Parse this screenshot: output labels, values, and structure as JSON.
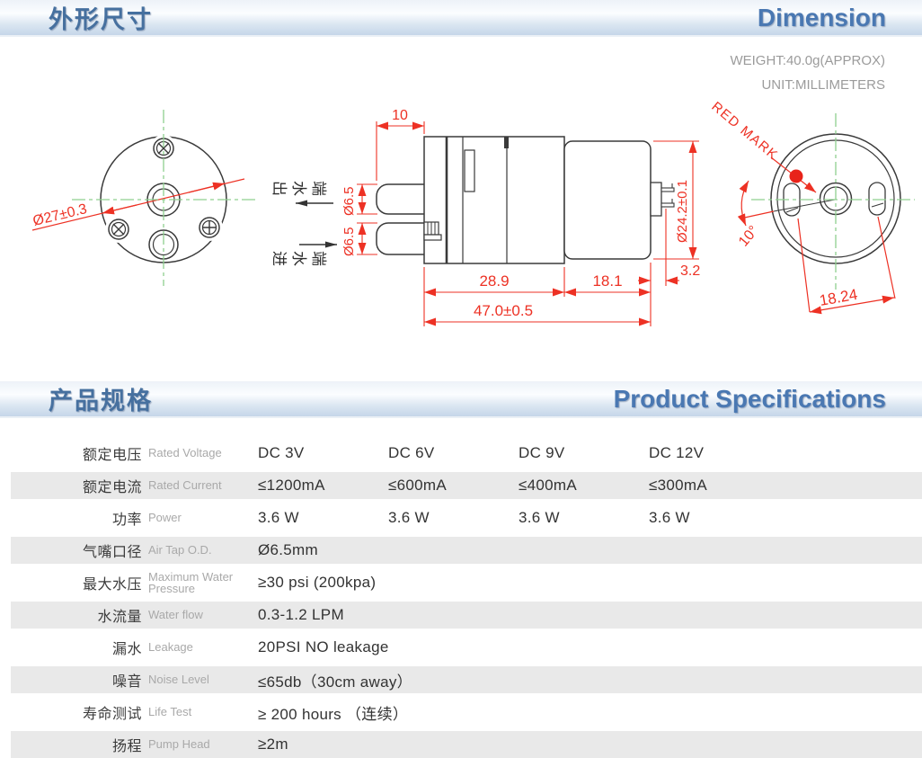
{
  "colors": {
    "accent_blue": "#4a78b2",
    "dimension_red": "#ed3124",
    "centerline_green": "#8fd08f",
    "row_shade": "#e9e9e9",
    "red_mark_dot": "#e8231a",
    "drawing_line": "#3a3a3a"
  },
  "dimension": {
    "title_zh": "外形尺寸",
    "title_en": "Dimension",
    "weight_note": "WEIGHT:40.0g(APPROX)",
    "unit_note": "UNIT:MILLIMETERS",
    "front_view": {
      "diameter": "Ø27±0.3"
    },
    "side_view": {
      "nozzle_offset": "10",
      "outlet_label": "出水端",
      "inlet_label": "进水端",
      "outlet_diameter": "Ø6.5",
      "inlet_diameter": "Ø6.5",
      "pump_length": "28.9",
      "motor_length": "18.1",
      "pin_length": "3.2",
      "total_length": "47.0±0.5",
      "motor_diameter": "Ø24.2±0.1"
    },
    "rear_view": {
      "red_mark": "RED MARK",
      "angle": "10°",
      "slot_distance": "18.24"
    }
  },
  "spec": {
    "title_zh": "产品规格",
    "title_en": "Product Specifications",
    "rows": [
      {
        "zh": "额定电压",
        "en": "Rated Voltage",
        "values": [
          "DC 3V",
          "DC 6V",
          "DC 9V",
          "DC 12V"
        ]
      },
      {
        "zh": "额定电流",
        "en": "Rated Current",
        "values": [
          "≤1200mA",
          "≤600mA",
          "≤400mA",
          "≤300mA"
        ]
      },
      {
        "zh": "功率",
        "en": "Power",
        "values": [
          "3.6 W",
          "3.6 W",
          "3.6 W",
          "3.6 W"
        ]
      },
      {
        "zh": "气嘴口径",
        "en": "Air Tap O.D.",
        "values": [
          "Ø6.5mm"
        ]
      },
      {
        "zh": "最大水压",
        "en": "Maximum Water Pressure",
        "values": [
          "≥30 psi (200kpa)"
        ]
      },
      {
        "zh": "水流量",
        "en": "Water flow",
        "values": [
          "0.3-1.2 LPM"
        ]
      },
      {
        "zh": "漏水",
        "en": "Leakage",
        "values": [
          "20PSI NO leakage"
        ]
      },
      {
        "zh": "噪音",
        "en": "Noise Level",
        "values": [
          "≤65db（30cm away）"
        ]
      },
      {
        "zh": "寿命测试",
        "en": "Life Test",
        "values": [
          "≥ 200 hours （连续）"
        ]
      },
      {
        "zh": "扬程",
        "en": "Pump Head",
        "values": [
          "≥2m"
        ]
      }
    ]
  }
}
